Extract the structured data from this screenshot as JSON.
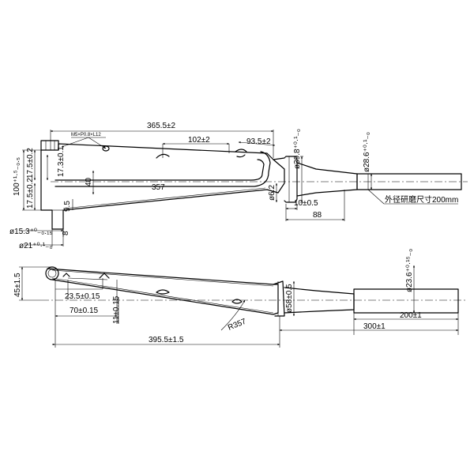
{
  "labels": {
    "d365": "365.5±2",
    "thread": "M5×P0.8×L12",
    "d102": "102±2",
    "d93": "93.5±2",
    "d398": "ø39.8⁺⁰·¹₋₀",
    "d286": "ø28.6⁺⁰·¹₋₀",
    "d175a": "17.5±0.2",
    "d100": "100⁺¹·⁵₋₀.₅",
    "d175b": "17.5±0.2",
    "d173": "17.3±0.1",
    "d40": "40",
    "d357": "357",
    "d62": "ø6.2",
    "d95": "9.5",
    "d10": "10±0.5",
    "d88": "88",
    "note": "外径研磨尺寸200mm",
    "d153": "ø15.3⁺⁰₋₀.₁₅",
    "d8": "8",
    "d21": "ø21⁺⁰·¹₋₀",
    "d45": "45±1.5",
    "d235": "23.5±0.15",
    "d70": "70±0.15",
    "d11": "11±0.15",
    "d236": "ø23.6⁺⁰·¹⁵₋₀",
    "d58": "ø58±0.5",
    "d200": "200±1",
    "r357": "R357",
    "d300": "300±1",
    "d3955": "395.5±1.5"
  }
}
